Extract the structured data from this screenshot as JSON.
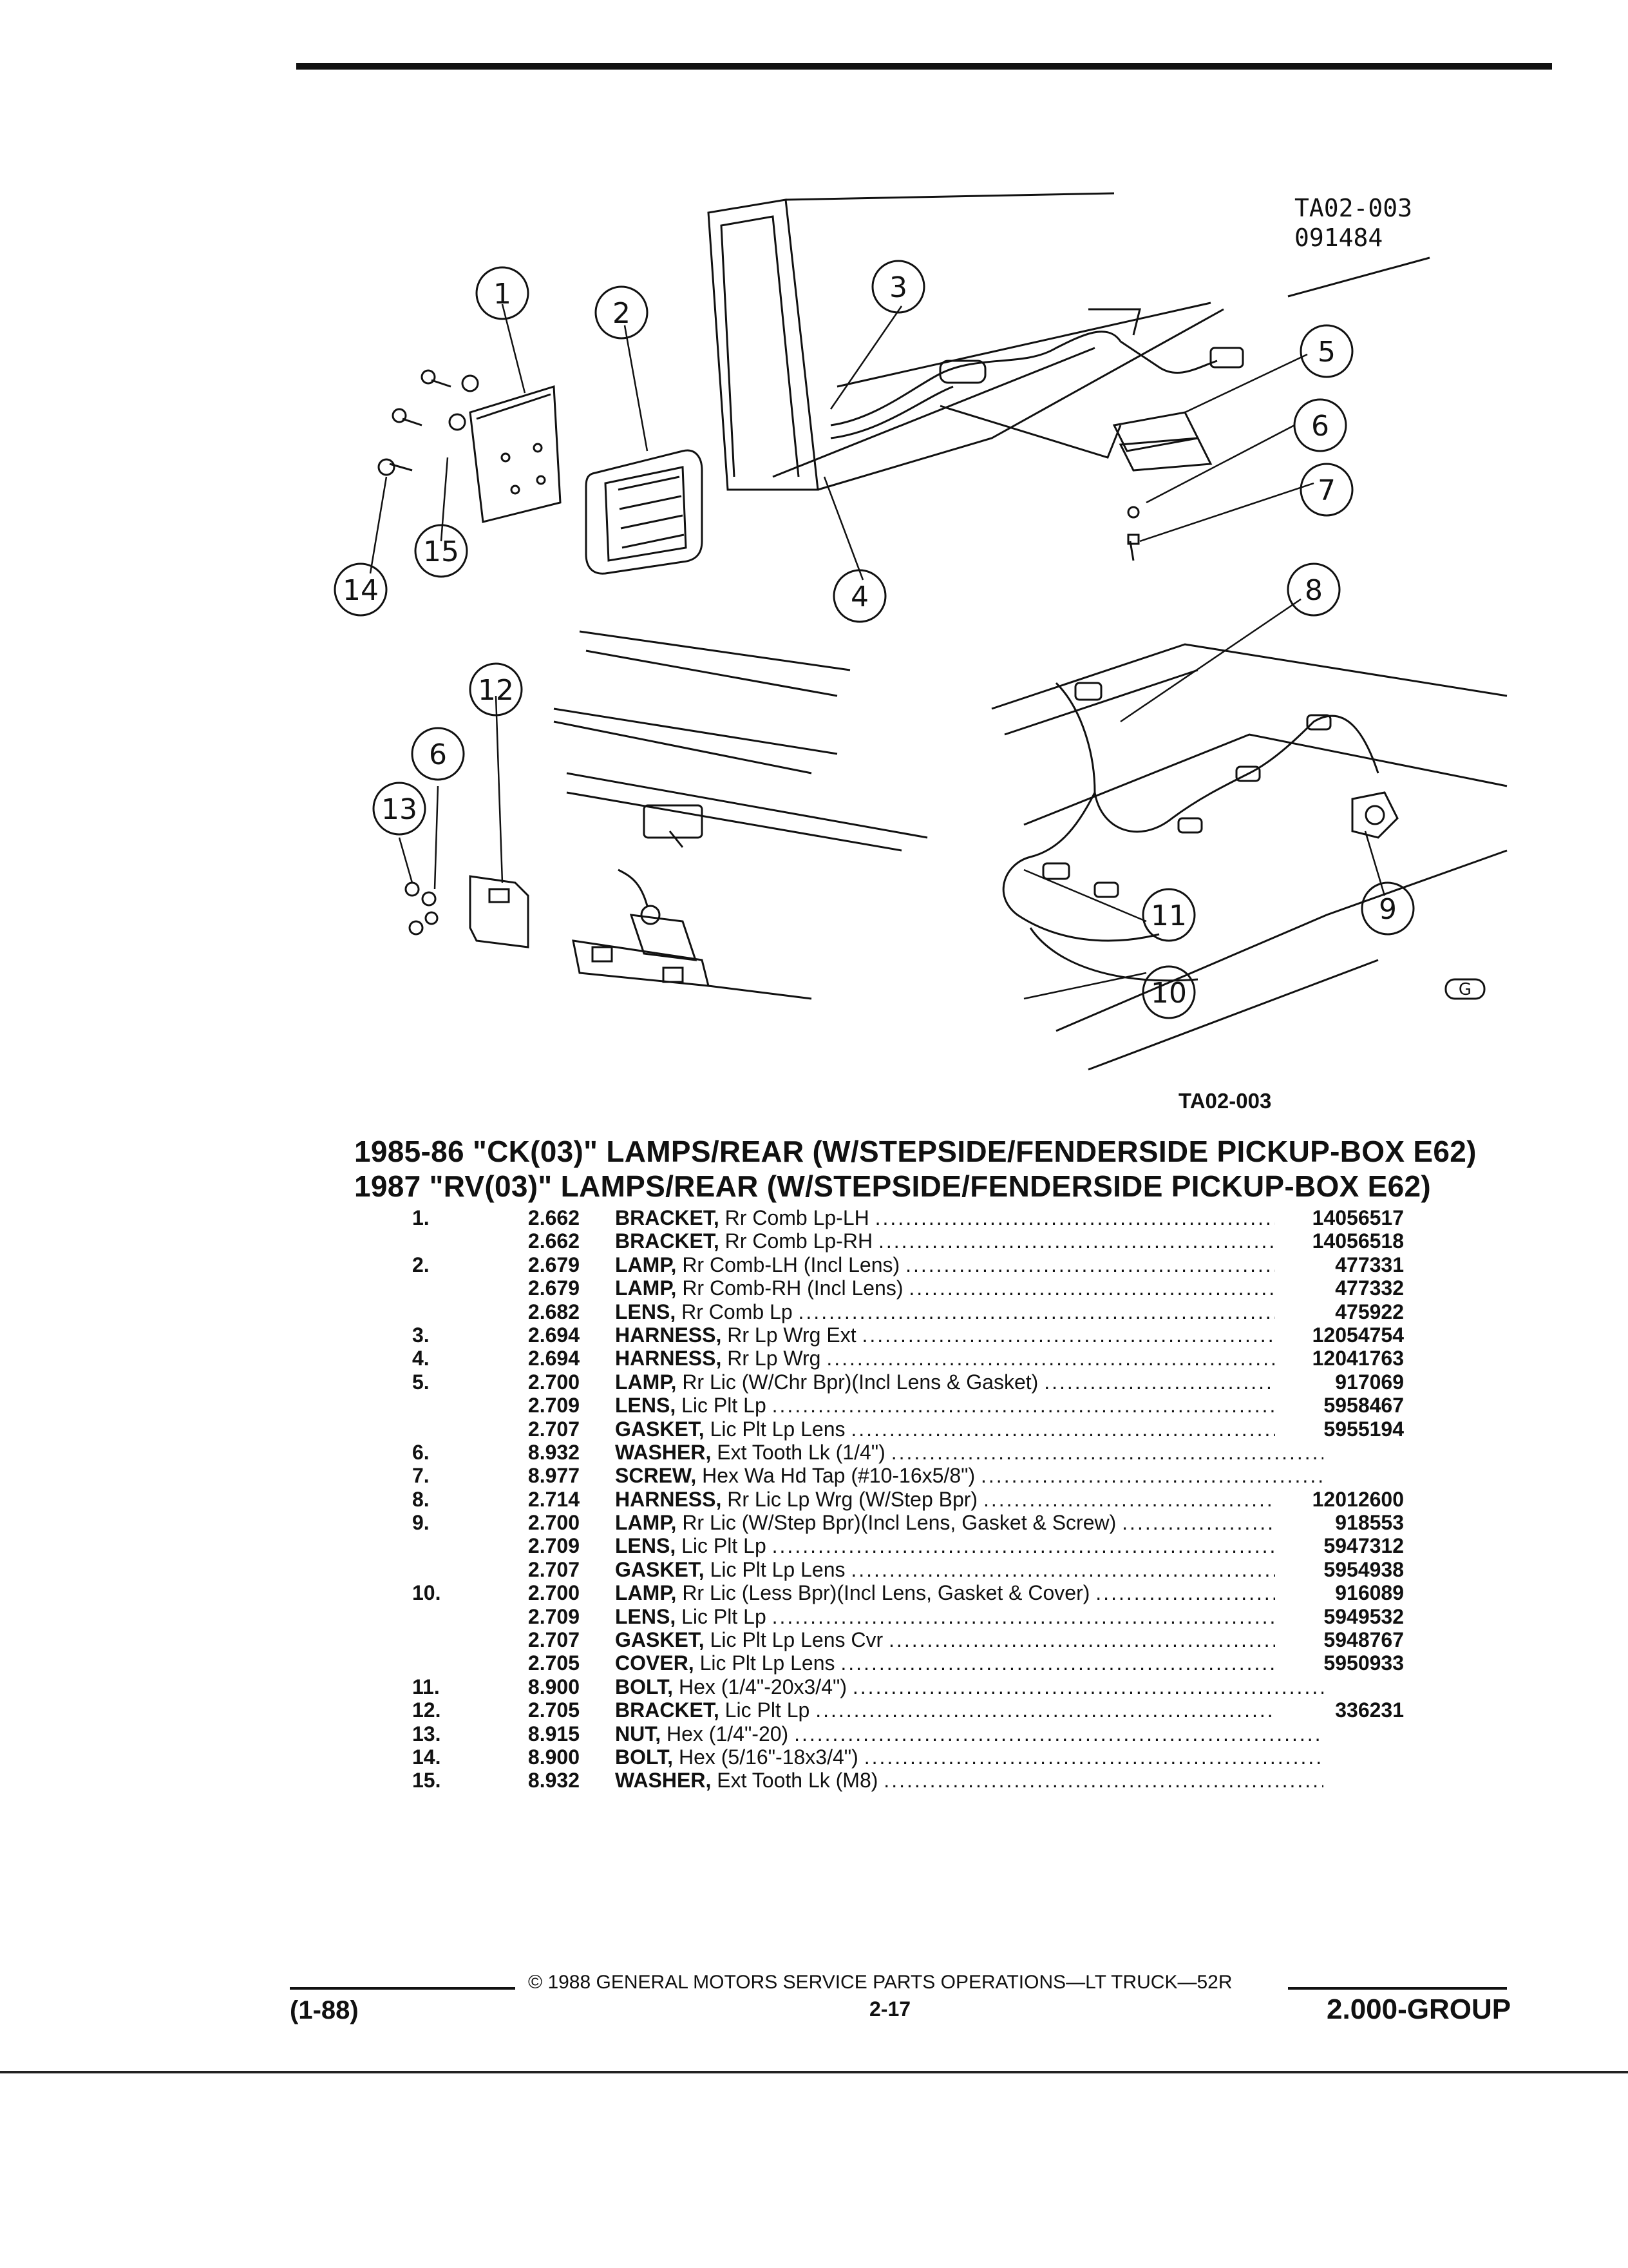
{
  "diagram": {
    "code": "TA02-003",
    "date_code": "091484",
    "figure_label": "TA02-003",
    "callouts": [
      "1",
      "2",
      "3",
      "4",
      "5",
      "6",
      "7",
      "8",
      "9",
      "10",
      "11",
      "12",
      "13",
      "14",
      "15",
      "6"
    ],
    "logo_text": "G"
  },
  "titles": {
    "line1": "1985-86 \"CK(03)\" LAMPS/REAR (W/STEPSIDE/FENDERSIDE PICKUP-BOX E62)",
    "line2": "1987 \"RV(03)\" LAMPS/REAR (W/STEPSIDE/FENDERSIDE PICKUP-BOX E62)"
  },
  "parts": [
    {
      "ref": "1.",
      "grp": "2.662",
      "name": "BRACKET,",
      "detail": "Rr Comb Lp-LH",
      "pn": "14056517"
    },
    {
      "ref": "",
      "grp": "2.662",
      "name": "BRACKET,",
      "detail": "Rr Comb Lp-RH",
      "pn": "14056518"
    },
    {
      "ref": "2.",
      "grp": "2.679",
      "name": "LAMP,",
      "detail": "Rr Comb-LH (Incl Lens)",
      "pn": "477331"
    },
    {
      "ref": "",
      "grp": "2.679",
      "name": "LAMP,",
      "detail": "Rr Comb-RH (Incl Lens)",
      "pn": "477332"
    },
    {
      "ref": "",
      "grp": "2.682",
      "name": "LENS,",
      "detail": "Rr Comb Lp",
      "pn": "475922"
    },
    {
      "ref": "3.",
      "grp": "2.694",
      "name": "HARNESS,",
      "detail": "Rr Lp Wrg Ext",
      "pn": "12054754"
    },
    {
      "ref": "4.",
      "grp": "2.694",
      "name": "HARNESS,",
      "detail": "Rr Lp Wrg",
      "pn": "12041763"
    },
    {
      "ref": "5.",
      "grp": "2.700",
      "name": "LAMP,",
      "detail": "Rr Lic (W/Chr Bpr)(Incl Lens & Gasket)",
      "pn": "917069"
    },
    {
      "ref": "",
      "grp": "2.709",
      "name": "LENS,",
      "detail": "Lic Plt Lp",
      "pn": "5958467"
    },
    {
      "ref": "",
      "grp": "2.707",
      "name": "GASKET,",
      "detail": "Lic Plt Lp Lens",
      "pn": "5955194"
    },
    {
      "ref": "6.",
      "grp": "8.932",
      "name": "WASHER,",
      "detail": "Ext Tooth Lk (1/4\")",
      "pn": ""
    },
    {
      "ref": "7.",
      "grp": "8.977",
      "name": "SCREW,",
      "detail": "Hex Wa Hd Tap (#10-16x5/8\")",
      "pn": ""
    },
    {
      "ref": "8.",
      "grp": "2.714",
      "name": "HARNESS,",
      "detail": "Rr Lic Lp Wrg (W/Step Bpr)",
      "pn": "12012600"
    },
    {
      "ref": "9.",
      "grp": "2.700",
      "name": "LAMP,",
      "detail": "Rr Lic (W/Step Bpr)(Incl Lens, Gasket & Screw)",
      "pn": "918553"
    },
    {
      "ref": "",
      "grp": "2.709",
      "name": "LENS,",
      "detail": "Lic Plt Lp",
      "pn": "5947312"
    },
    {
      "ref": "",
      "grp": "2.707",
      "name": "GASKET,",
      "detail": "Lic Plt Lp Lens",
      "pn": "5954938"
    },
    {
      "ref": "10.",
      "grp": "2.700",
      "name": "LAMP,",
      "detail": "Rr Lic (Less Bpr)(Incl Lens, Gasket & Cover)",
      "pn": "916089"
    },
    {
      "ref": "",
      "grp": "2.709",
      "name": "LENS,",
      "detail": "Lic Plt Lp",
      "pn": "5949532"
    },
    {
      "ref": "",
      "grp": "2.707",
      "name": "GASKET,",
      "detail": "Lic Plt Lp Lens Cvr",
      "pn": "5948767"
    },
    {
      "ref": "",
      "grp": "2.705",
      "name": "COVER,",
      "detail": "Lic Plt Lp Lens",
      "pn": "5950933"
    },
    {
      "ref": "11.",
      "grp": "8.900",
      "name": "BOLT,",
      "detail": "Hex (1/4\"-20x3/4\")",
      "pn": ""
    },
    {
      "ref": "12.",
      "grp": "2.705",
      "name": "BRACKET,",
      "detail": "Lic Plt Lp",
      "pn": "336231"
    },
    {
      "ref": "13.",
      "grp": "8.915",
      "name": "NUT,",
      "detail": "Hex (1/4\"-20)",
      "pn": ""
    },
    {
      "ref": "14.",
      "grp": "8.900",
      "name": "BOLT,",
      "detail": "Hex (5/16\"-18x3/4\")",
      "pn": ""
    },
    {
      "ref": "15.",
      "grp": "8.932",
      "name": "WASHER,",
      "detail": "Ext Tooth Lk (M8)",
      "pn": ""
    }
  ],
  "footer": {
    "copyright": "© 1988 GENERAL MOTORS SERVICE PARTS OPERATIONS—LT TRUCK—52R",
    "page": "2-17",
    "revision": "(1-88)",
    "group": "2.000-GROUP"
  }
}
